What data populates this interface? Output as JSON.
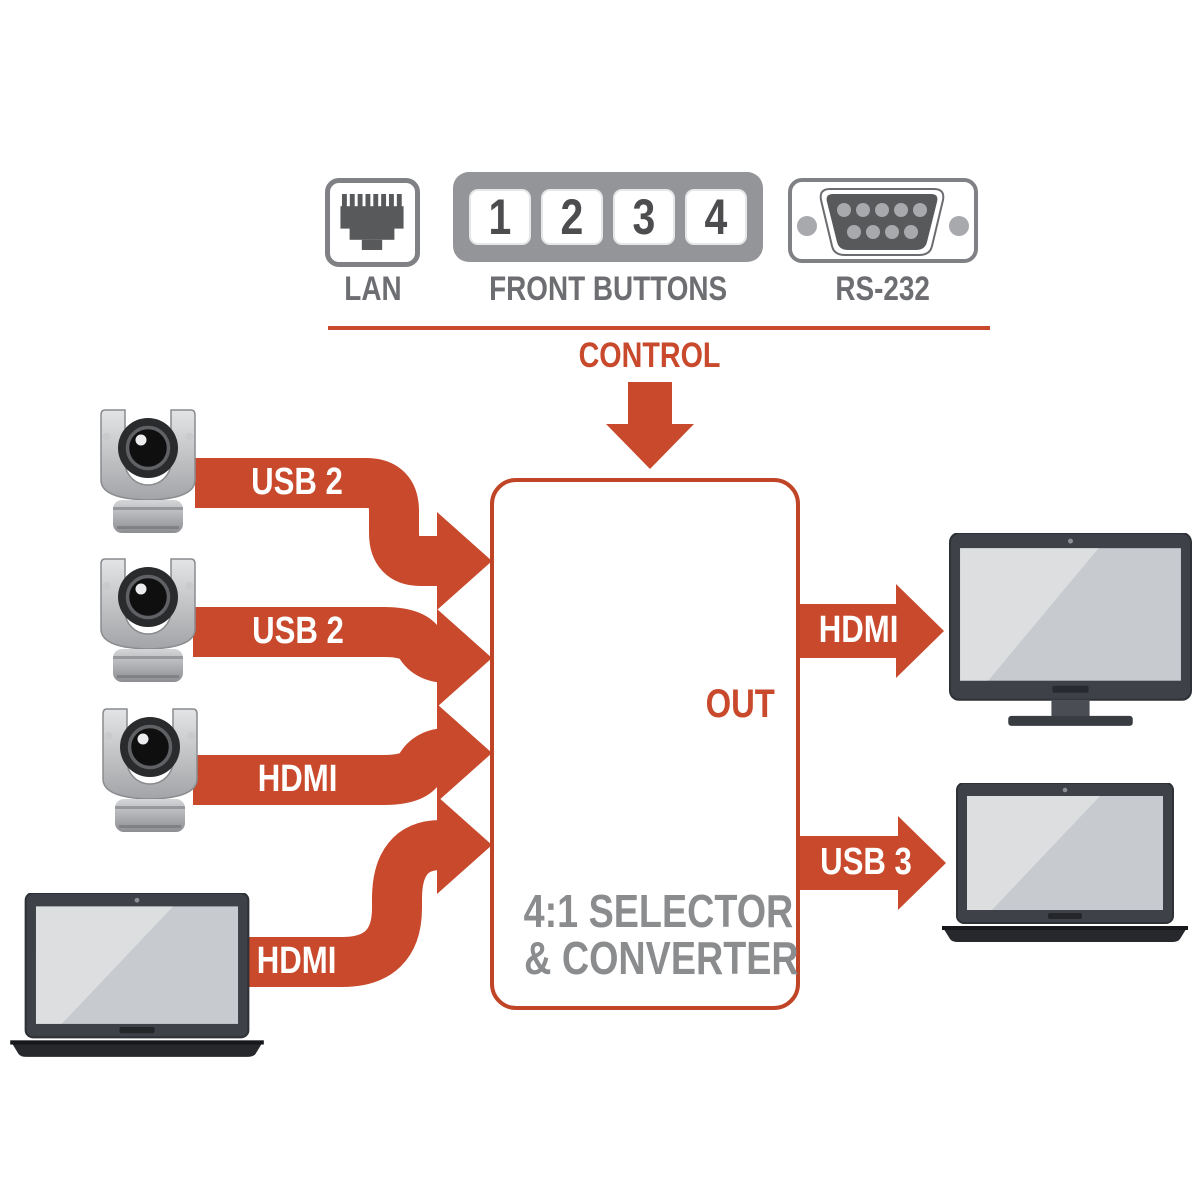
{
  "control_panel": {
    "lan_label": "LAN",
    "front_buttons_label": "FRONT BUTTONS",
    "buttons": [
      "1",
      "2",
      "3",
      "4"
    ],
    "rs232_label": "RS-232",
    "control_label": "CONTROL"
  },
  "device": {
    "out_label": "OUT",
    "title_line1": "4:1 SELECTOR",
    "title_line2": "& CONVERTER"
  },
  "inputs": [
    {
      "label": "USB 2",
      "source_icon": "ptz-camera-icon"
    },
    {
      "label": "USB 2",
      "source_icon": "ptz-camera-icon"
    },
    {
      "label": "HDMI",
      "source_icon": "ptz-camera-icon"
    },
    {
      "label": "HDMI",
      "source_icon": "laptop-icon"
    }
  ],
  "outputs": [
    {
      "label": "HDMI",
      "target_icon": "monitor-icon"
    },
    {
      "label": "USB 3",
      "target_icon": "laptop-icon"
    }
  ],
  "icons": {
    "lan": "rj45-port-icon",
    "front_buttons": "button-panel-icon",
    "rs232": "db9-connector-icon"
  },
  "colors": {
    "accent": "#c8492b",
    "box_border": "#c04527",
    "panel_gray": "#939598",
    "icon_dark_gray": "#58595b",
    "label_gray": "#6d6e71",
    "title_gray": "#8a8c8e",
    "screen_gray": "#c7cace",
    "frame_dark": "#3e4248"
  }
}
